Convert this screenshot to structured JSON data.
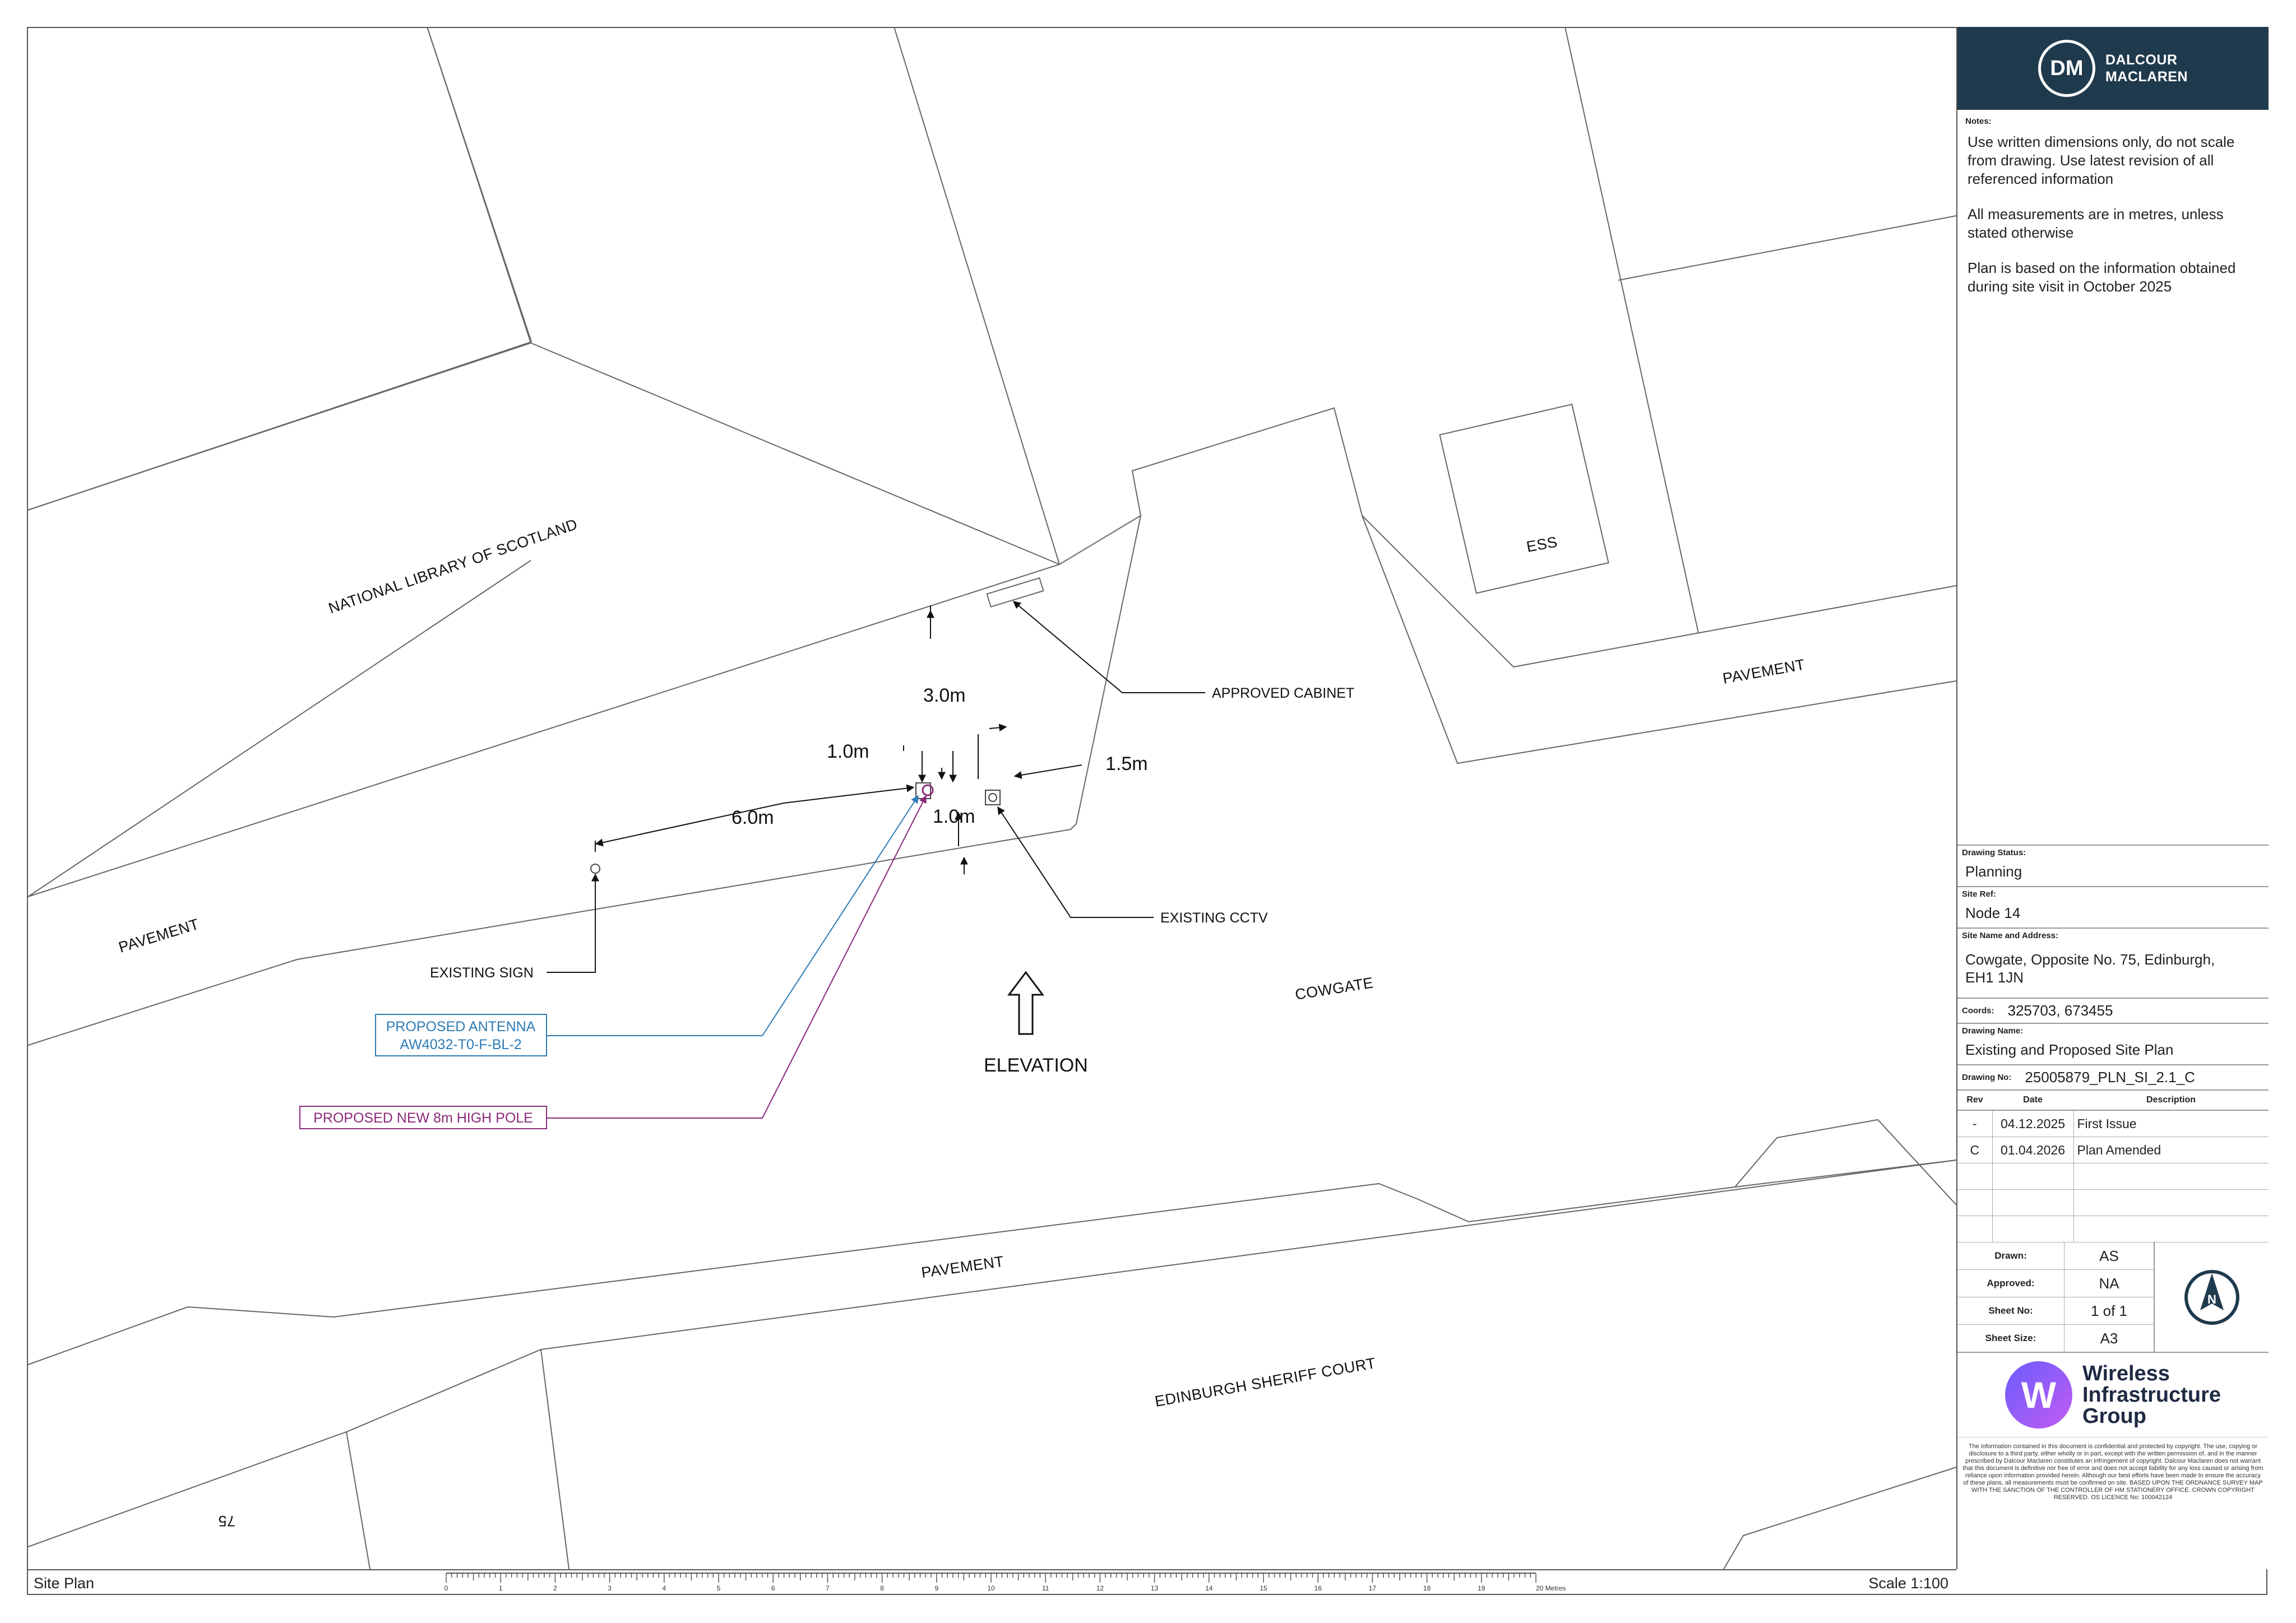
{
  "plan": {
    "labels": {
      "library": "NATIONAL LIBRARY OF SCOTLAND",
      "pavement_1": "PAVEMENT",
      "pavement_2": "PAVEMENT",
      "pavement_3": "PAVEMENT",
      "cowgate": "COWGATE",
      "ess": "ESS",
      "court": "EDINBURGH SHERIFF COURT",
      "number_75": "75",
      "elevation": "ELEVATION"
    },
    "dimensions": {
      "d_3": "3.0m",
      "d_1a": "1.0m",
      "d_1b": "1.0m",
      "d_15": "1.5m",
      "d_6": "6.0m"
    },
    "callouts": {
      "cabinet": "APPROVED CABINET",
      "cctv": "EXISTING CCTV",
      "sign": "EXISTING SIGN",
      "antenna_line1": "PROPOSED ANTENNA",
      "antenna_line2": "AW4032-T0-F-BL-2",
      "pole": "PROPOSED NEW 8m HIGH POLE"
    },
    "colors": {
      "antenna": "#2e7bb5",
      "pole": "#8a2a7a"
    }
  },
  "scale_bar": {
    "ticks": [
      "0",
      "1",
      "2",
      "3",
      "4",
      "5",
      "6",
      "7",
      "8",
      "9",
      "10",
      "11",
      "12",
      "13",
      "14",
      "15",
      "16",
      "17",
      "18",
      "19",
      "20 Metres"
    ]
  },
  "footer": {
    "left_label": "Site Plan",
    "scale": "Scale 1:100"
  },
  "title_block": {
    "brand": {
      "mark": "DM",
      "name_line1": "DALCOUR",
      "name_line2": "MACLAREN",
      "color": "#1f3a4d"
    },
    "notes_heading": "Notes:",
    "notes": [
      "Use written dimensions only, do not scale from drawing. Use latest revision of all referenced information",
      "All measurements are in metres, unless stated otherwise",
      "Plan is based on the information obtained during site visit in October 2025"
    ],
    "drawing_status_label": "Drawing Status:",
    "drawing_status": "Planning",
    "site_ref_label": "Site Ref:",
    "site_ref": "Node 14",
    "site_name_label": "Site Name and Address:",
    "site_name": "Cowgate, Opposite No. 75, Edinburgh, EH1 1JN",
    "coords_label": "Coords:",
    "coords": "325703, 673455",
    "drawing_name_label": "Drawing Name:",
    "drawing_name": "Existing and Proposed Site Plan",
    "drawing_no_label": "Drawing No:",
    "drawing_no": "25005879_PLN_SI_2.1_C",
    "rev_headers": {
      "rev": "Rev",
      "date": "Date",
      "description": "Description"
    },
    "revisions": [
      {
        "rev": "-",
        "date": "04.12.2025",
        "description": "First Issue"
      },
      {
        "rev": "C",
        "date": "01.04.2026",
        "description": "Plan Amended"
      }
    ],
    "meta": [
      {
        "key": "Drawn:",
        "value": "AS"
      },
      {
        "key": "Approved:",
        "value": "NA"
      },
      {
        "key": "Sheet No:",
        "value": "1 of 1"
      },
      {
        "key": "Sheet Size:",
        "value": "A3"
      }
    ],
    "north_letter": "N",
    "wig": {
      "mark": "W",
      "line1": "Wireless",
      "line2": "Infrastructure",
      "line3": "Group",
      "accent": "#7a5cf5"
    },
    "legal": "The information contained in this document is confidential and protected by copyright. The use, copying or disclosure to a third party, either wholly or in part, except with the written permission of, and in the manner prescribed by Dalcour Maclaren constitutes an infringement of copyright. Dalcour Maclaren does not warrant that this document is definitive nor free of error and does not accept liability for any loss caused or arising from reliance upon information provided herein. Although our best efforts have been made to ensure the accuracy of these plans, all measurements must be confirmed on site. BASED UPON THE ORDNANCE SURVEY MAP WITH THE SANCTION OF THE CONTROLLER OF HM STATIONERY OFFICE. CROWN COPYRIGHT RESERVED. OS LICENCE No: 100042124"
  }
}
